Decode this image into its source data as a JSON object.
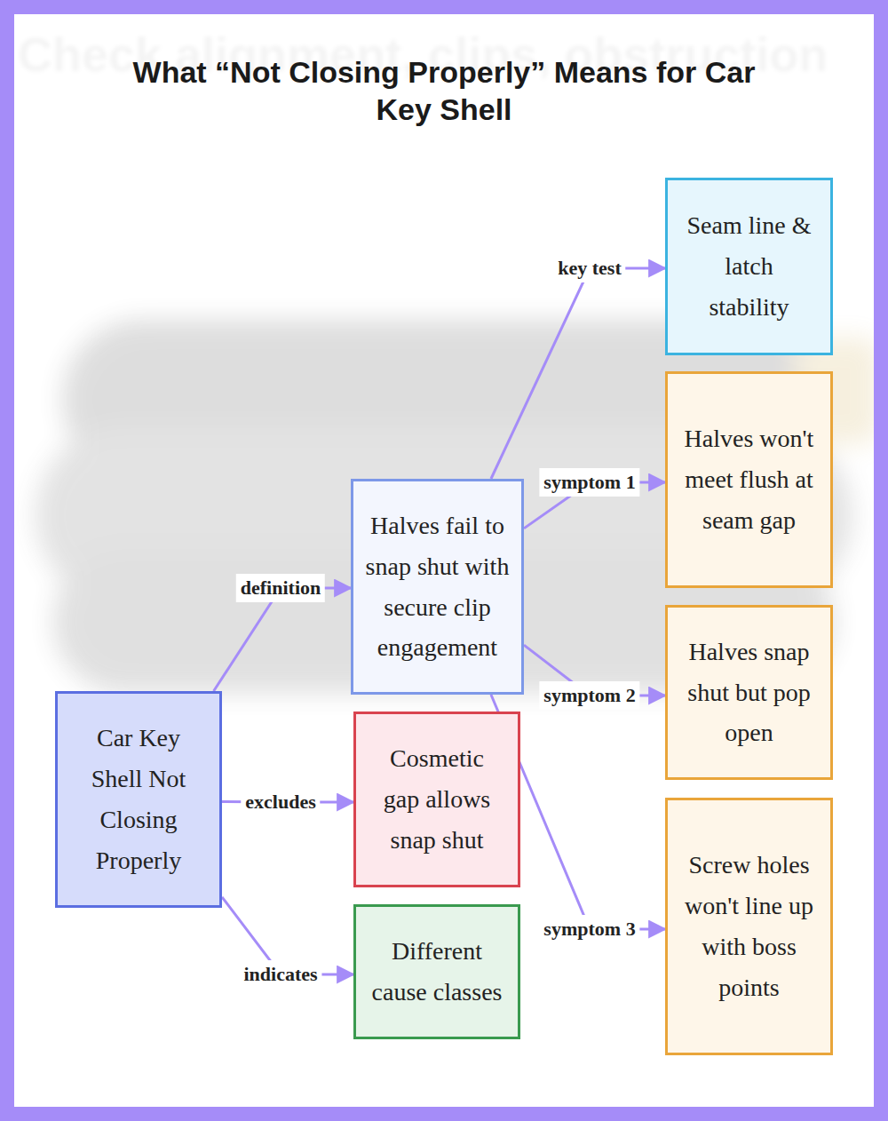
{
  "diagram": {
    "title": "What “Not Closing Properly” Means for Car Key Shell",
    "nodes": [
      {
        "text": [
          "Car Key Shell Not Closing Properly"
        ]
      },
      {
        "text": [
          "Halves fail to snap shut with secure clip engagement"
        ]
      },
      {
        "text": [
          "Cosmetic gap allows snap shut"
        ]
      },
      {
        "text": [
          "Different cause classes"
        ]
      },
      {
        "text": [
          "Seam line & latch stability"
        ]
      },
      {
        "text": [
          "Halves won't meet flush at seam gap"
        ]
      },
      {
        "text": [
          "Halves snap shut but pop open"
        ]
      },
      {
        "text": [
          "Screw holes won't line up with boss points"
        ]
      }
    ],
    "edges": [
      {
        "from": 0,
        "to": 1,
        "label": "definition",
        "arrow": "to"
      },
      {
        "from": 0,
        "to": 2,
        "label": "excludes",
        "arrow": "to"
      },
      {
        "from": 0,
        "to": 3,
        "label": "indicates",
        "arrow": "to"
      },
      {
        "from": 1,
        "to": 4,
        "label": "key test",
        "arrow": "to"
      },
      {
        "from": 1,
        "to": 5,
        "label": "symptom 1",
        "arrow": "to"
      },
      {
        "from": 1,
        "to": 6,
        "label": "symptom 2",
        "arrow": "to"
      },
      {
        "from": 1,
        "to": 7,
        "label": "symptom 3",
        "arrow": "to"
      }
    ],
    "labels": [
      "Check alignment, clips, obstruction"
    ]
  }
}
